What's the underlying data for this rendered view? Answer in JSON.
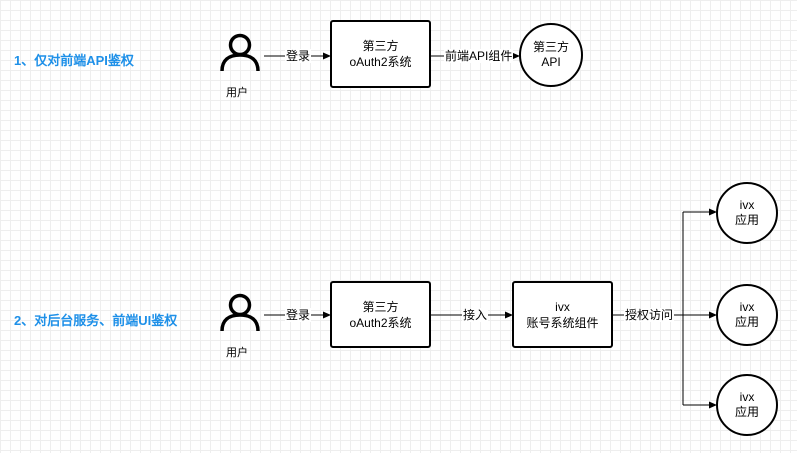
{
  "section1": {
    "label": "1、仅对前端API鉴权",
    "user_label": "用户",
    "edge_login": "登录",
    "oauth_line1": "第三方",
    "oauth_line2": "oAuth2系统",
    "edge_component": "前端API组件",
    "api_line1": "第三方",
    "api_line2": "API"
  },
  "section2": {
    "label": "2、对后台服务、前端UI鉴权",
    "user_label": "用户",
    "edge_login": "登录",
    "oauth_line1": "第三方",
    "oauth_line2": "oAuth2系统",
    "edge_access": "接入",
    "account_line1": "ivx",
    "account_line2": "账号系统组件",
    "edge_authorize": "授权访问",
    "apps": [
      {
        "line1": "ivx",
        "line2": "应用"
      },
      {
        "line1": "ivx",
        "line2": "应用"
      },
      {
        "line1": "ivx",
        "line2": "应用"
      }
    ]
  }
}
